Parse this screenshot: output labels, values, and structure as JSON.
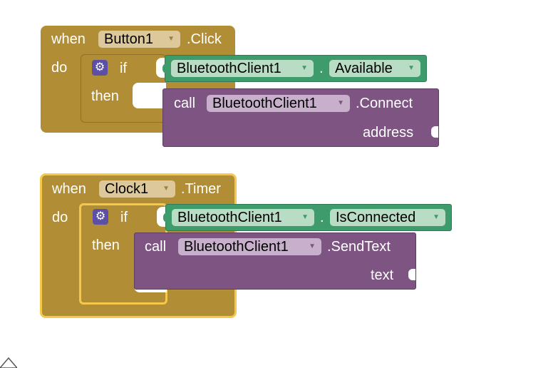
{
  "blocks": [
    {
      "event_word": "when",
      "component": "Button1",
      "event": ".Click",
      "do_label": "do",
      "if_label": "if",
      "then_label": "then",
      "condition": {
        "component": "BluetoothClient1",
        "dot": ".",
        "property": "Available"
      },
      "action": {
        "call_label": "call",
        "component": "BluetoothClient1",
        "method": ".Connect",
        "arg": "address"
      }
    },
    {
      "event_word": "when",
      "component": "Clock1",
      "event": ".Timer",
      "do_label": "do",
      "if_label": "if",
      "then_label": "then",
      "condition": {
        "component": "BluetoothClient1",
        "dot": ".",
        "property": "IsConnected"
      },
      "action": {
        "call_label": "call",
        "component": "BluetoothClient1",
        "method": ".SendText",
        "arg": "text"
      }
    }
  ],
  "icons": {
    "mutator": "gear-icon",
    "dropdown": "triangle-down-icon",
    "scroll": "up-triangle-icon"
  },
  "colors": {
    "event_block": "#b18e35",
    "selected_outline": "#f5c84c",
    "component_block": "#3e9b6c",
    "method_call_block": "#7d5482",
    "mutator": "#5b50a6"
  }
}
